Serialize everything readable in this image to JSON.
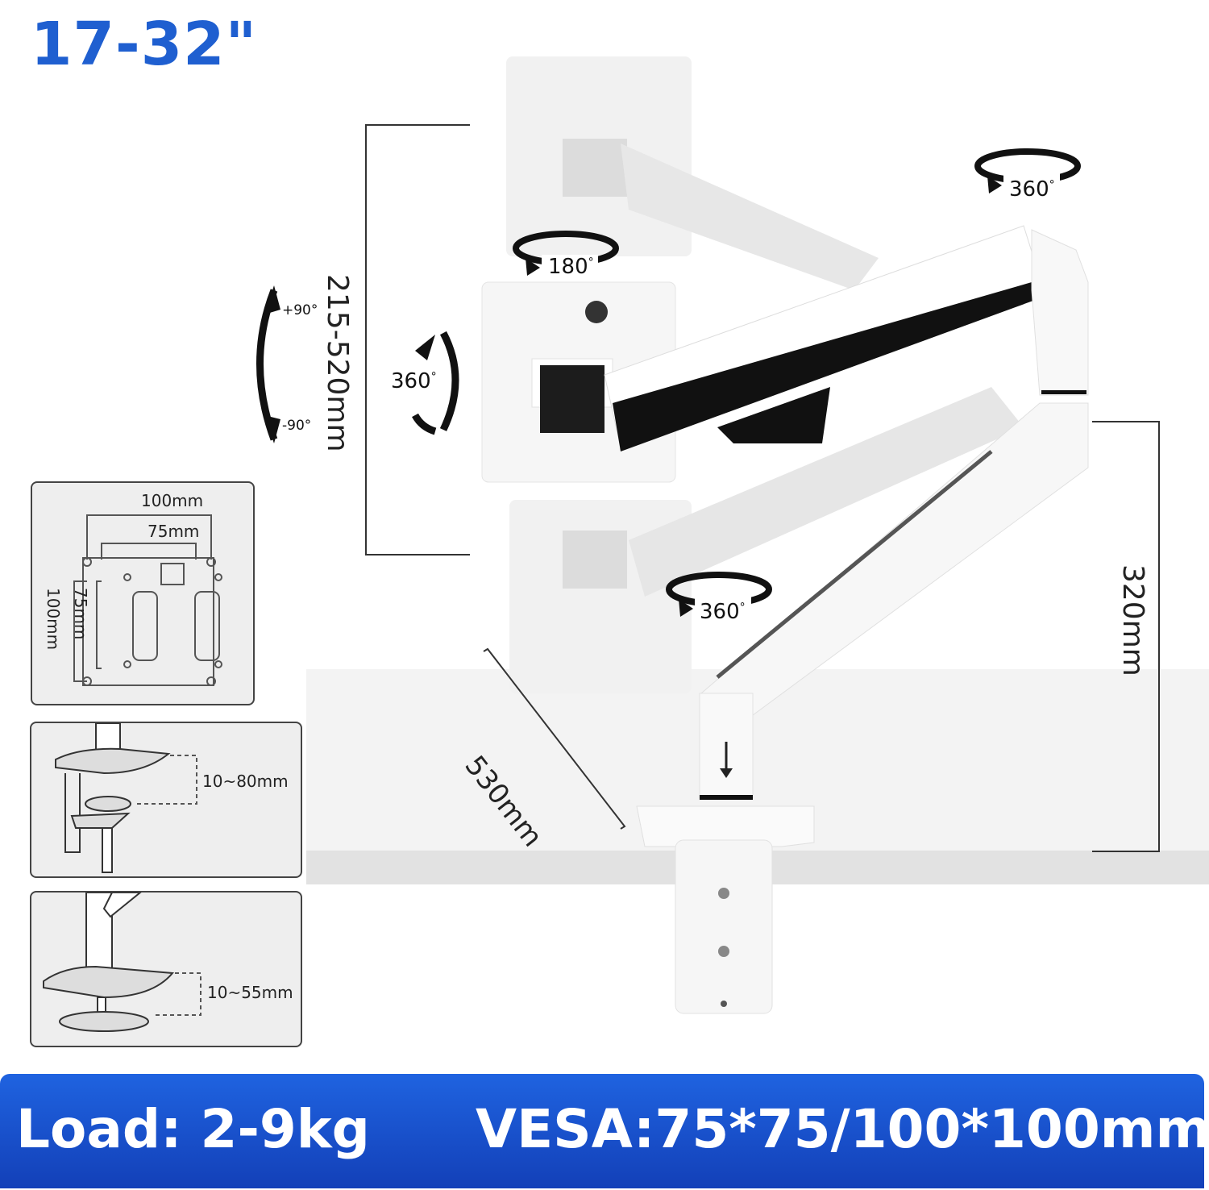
{
  "title": "17-32\"",
  "dimensions": {
    "height_range": "215-520mm",
    "arm_reach": "530mm",
    "pole_height": "320mm"
  },
  "rotations": {
    "tilt_up": "+90°",
    "tilt_down": "-90°",
    "screen_rotation": "360",
    "head_swivel": "180",
    "arm_top_swivel": "360",
    "arm_lower_swivel": "360",
    "degree_symbol": "°"
  },
  "vesa_panel": {
    "outer_width": "100mm",
    "inner_width": "75mm",
    "inner_height": "75mm",
    "outer_height": "100mm"
  },
  "clamp_panel": {
    "thickness": "10~80mm"
  },
  "grommet_panel": {
    "thickness": "10~55mm"
  },
  "bottom_bar": {
    "load": "Load: 2-9kg",
    "vesa": "VESA:75*75/100*100mm"
  },
  "colors": {
    "brand_blue": "#1f5fd0",
    "bar_top": "#1f63e0",
    "bar_bottom": "#1340b8"
  }
}
